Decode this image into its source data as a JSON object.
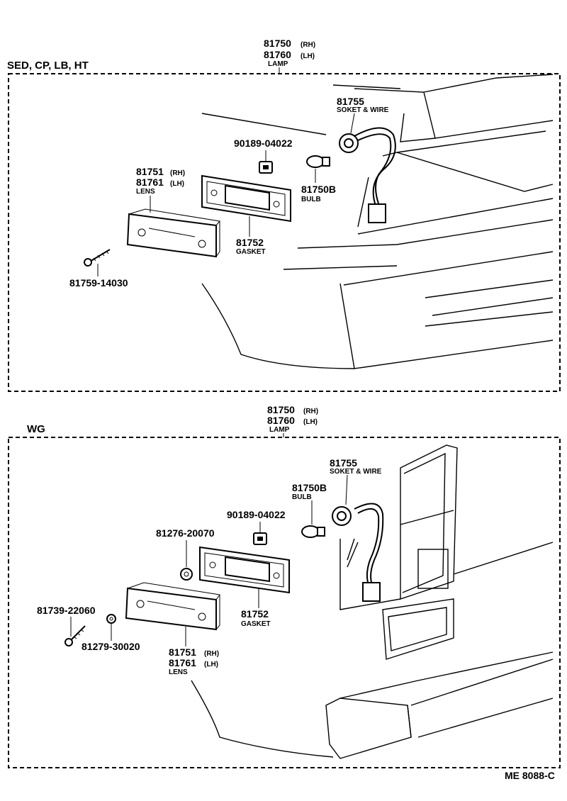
{
  "sections": [
    {
      "title": "SED, CP, LB, HT",
      "labels": {
        "lamp_rh": "81750",
        "lamp_rh_sfx": "(RH)",
        "lamp_lh": "81760",
        "lamp_lh_sfx": "(LH)",
        "lamp_name": "LAMP",
        "socket_num": "81755",
        "socket_name": "SOKET & WIRE",
        "clip_num": "90189-04022",
        "lens_rh": "81751",
        "lens_rh_sfx": "(RH)",
        "lens_lh": "81761",
        "lens_lh_sfx": "(LH)",
        "lens_name": "LENS",
        "bulb_num": "81750B",
        "bulb_name": "BULB",
        "gasket_num": "81752",
        "gasket_name": "GASKET",
        "screw_num": "81759-14030"
      }
    },
    {
      "title": "WG",
      "labels": {
        "lamp_rh": "81750",
        "lamp_rh_sfx": "(RH)",
        "lamp_lh": "81760",
        "lamp_lh_sfx": "(LH)",
        "lamp_name": "LAMP",
        "socket_num": "81755",
        "socket_name": "SOKET & WIRE",
        "bulb_num": "81750B",
        "bulb_name": "BULB",
        "clip_num": "90189-04022",
        "nut_num": "81276-20070",
        "screw_num": "81739-22060",
        "nut2_num": "81279-30020",
        "gasket_num": "81752",
        "gasket_name": "GASKET",
        "lens_rh": "81751",
        "lens_rh_sfx": "(RH)",
        "lens_lh": "81761",
        "lens_lh_sfx": "(LH)",
        "lens_name": "LENS"
      }
    }
  ],
  "footer": {
    "code": "ME  8088-C"
  }
}
